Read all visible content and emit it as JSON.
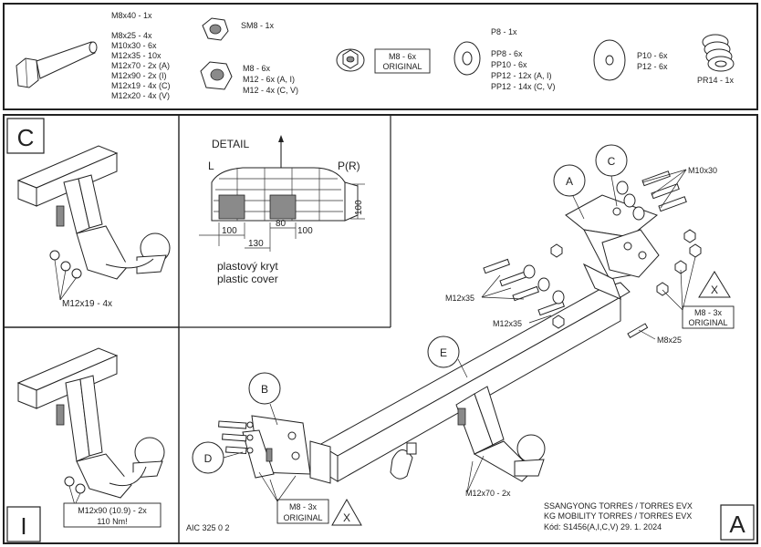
{
  "parts": {
    "bolts": [
      "M8x40 - 1x",
      "M8x25 - 4x",
      "M10x30 - 6x",
      "M12x35 - 10x",
      "M12x70 - 2x (A)",
      "M12x90 - 2x (I)",
      "M12x19 - 4x (C)",
      "M12x20 - 4x (V)"
    ],
    "sm8": "SM8 - 1x",
    "nuts": [
      "M8 - 6x",
      "M12 - 6x (A, I)",
      "M12 - 4x (C, V)"
    ],
    "m8_flange": [
      "M8 - 6x",
      "ORIGINAL"
    ],
    "washers": [
      "P8 - 1x",
      "PP8 - 6x",
      "PP10 - 6x",
      "PP12 - 12x (A, I)",
      "PP12 - 14x (C, V)"
    ],
    "big_washers": [
      "P10 - 6x",
      "P12 - 6x"
    ],
    "spring": "PR14 - 1x"
  },
  "panel_c": {
    "letter": "C",
    "callout": "M12x19 - 4x"
  },
  "detail": {
    "title": "DETAIL",
    "left": "L",
    "right": "P(R)",
    "dim_100_a": "100",
    "dim_80": "80",
    "dim_100_b": "100",
    "dim_130": "130",
    "dim_100_v": "100",
    "caption_cz": "plastový kryt",
    "caption_en": "plastic cover"
  },
  "panel_i": {
    "letter": "I",
    "callout": [
      "M12x90 (10.9) - 2x",
      "110 Nm!"
    ]
  },
  "main": {
    "labels": {
      "A": "A",
      "B": "B",
      "C": "C",
      "D": "D",
      "E": "E",
      "X1": "X",
      "X2": "X"
    },
    "callouts": {
      "m10x30": "M10x30",
      "m12x35_a": "M12x35",
      "m12x35_b": "M12x35",
      "m8x25": "M8x25",
      "m12x70": "M12x70 - 2x",
      "orig_right": [
        "M8 - 3x",
        "ORIGINAL"
      ],
      "orig_left": [
        "M8 - 3x",
        "ORIGINAL"
      ]
    },
    "model": [
      "SSANGYONG TORRES / TORRES EVX",
      "KG MOBILITY TORRES / TORRES EVX"
    ],
    "code": "Kód: S1456(A,I,C,V)  29. 1. 2024",
    "aic": "AIC 325 0 2",
    "letter": "A"
  }
}
